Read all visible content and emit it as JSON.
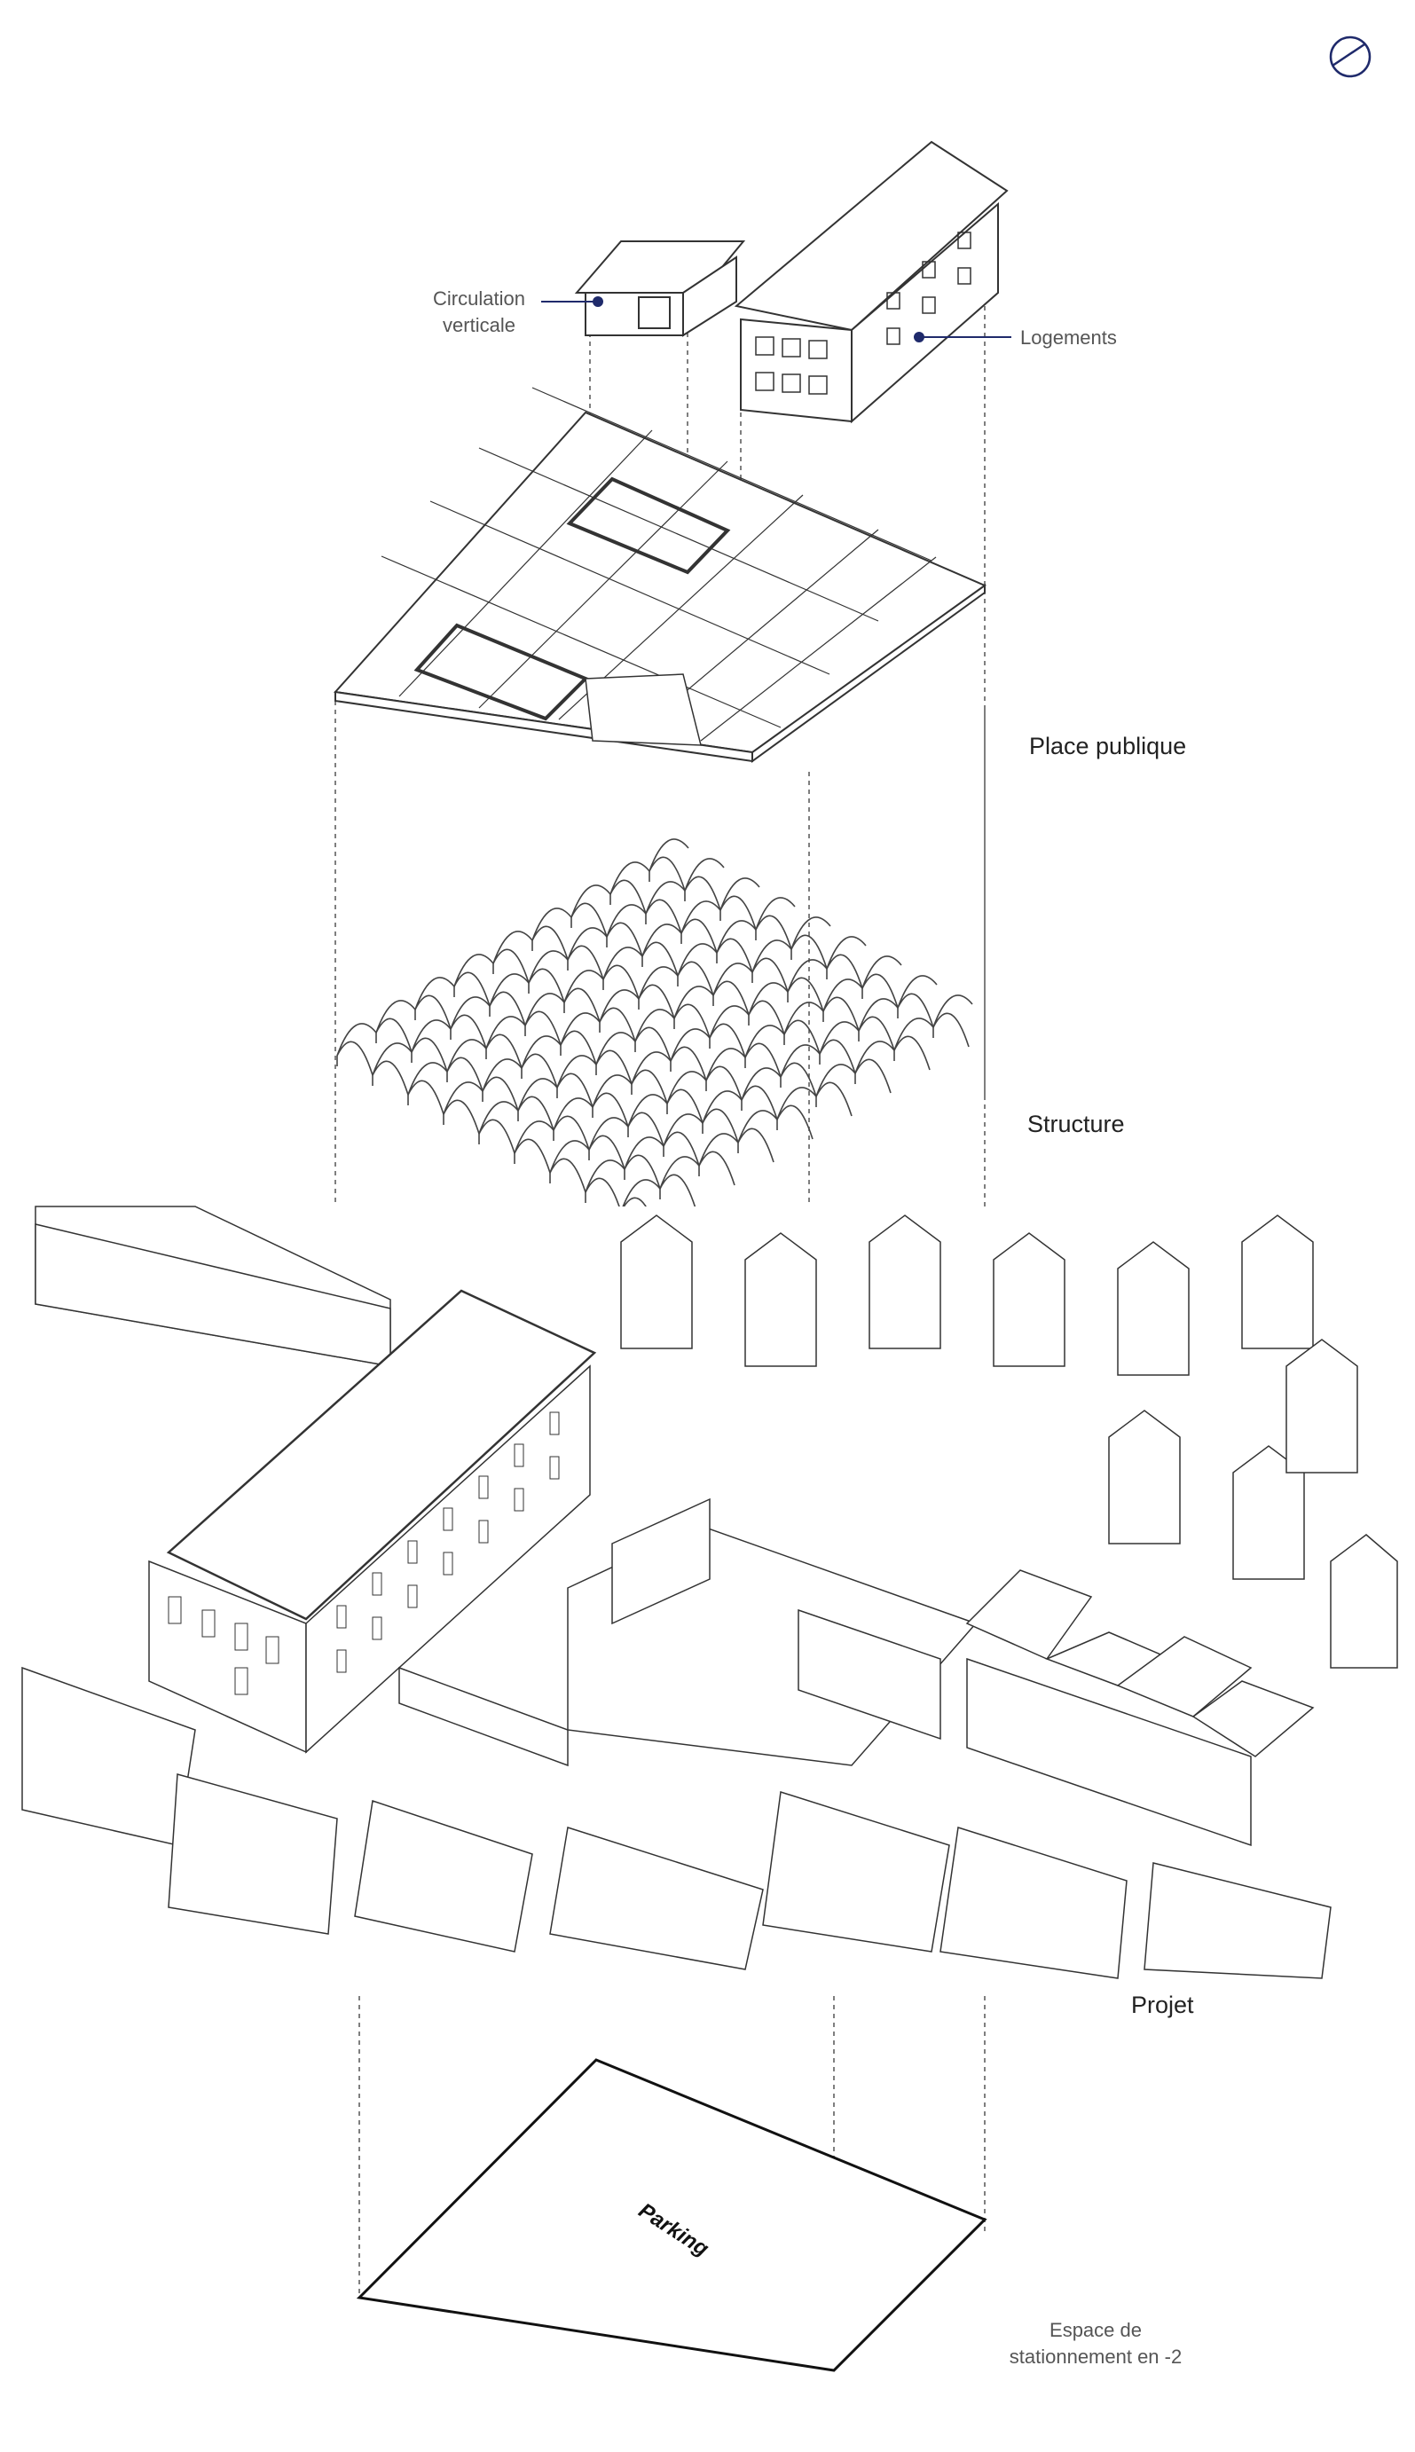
{
  "annotations": {
    "circulation": "Circulation\nverticale",
    "logements": "Logements"
  },
  "layers": {
    "place_publique": "Place publique",
    "structure": "Structure",
    "projet": "Projet",
    "parking_label": "Parking",
    "parking_caption": "Espace de\nstationnement en -2"
  },
  "colors": {
    "line": "#333333",
    "accent": "#1f2a6b",
    "label": "#555555"
  },
  "icons": {
    "north": "north-arrow-icon"
  }
}
